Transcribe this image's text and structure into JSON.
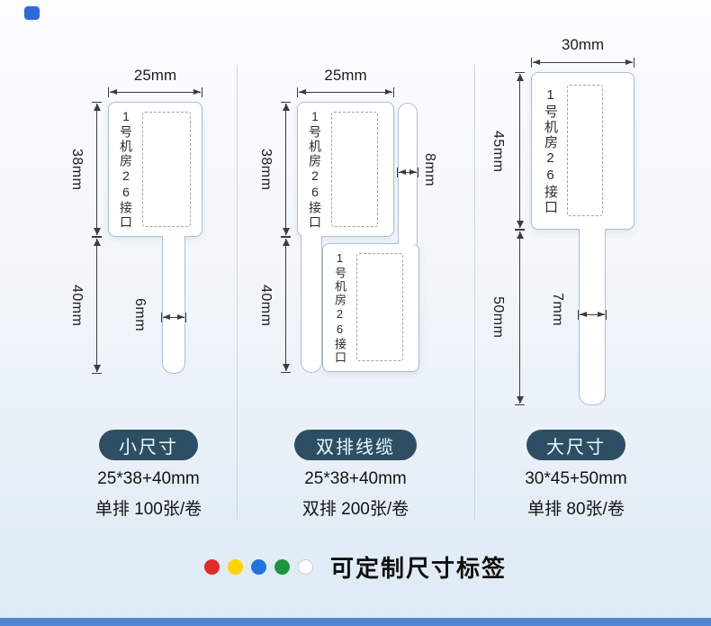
{
  "theme": {
    "badge_bg": "#2e4f63",
    "accent_bar": "#4e86cf",
    "corner_chip": "#2f6ad9"
  },
  "label_text": "1号机房26接口",
  "columns": [
    {
      "badge": "小尺寸",
      "size_line": "25*38+40mm",
      "pack_line": "单排 100张/卷",
      "dims": {
        "width": "25mm",
        "height": "38mm",
        "tail_length": "40mm",
        "tail_width": "6mm"
      }
    },
    {
      "badge": "双排线缆",
      "size_line": "25*38+40mm",
      "pack_line": "双排 200张/卷",
      "dims": {
        "width": "25mm",
        "height": "38mm",
        "tail_length": "40mm",
        "tail_width": "8mm"
      }
    },
    {
      "badge": "大尺寸",
      "size_line": "30*45+50mm",
      "pack_line": "单排 80张/卷",
      "dims": {
        "width": "30mm",
        "height": "45mm",
        "tail_length": "50mm",
        "tail_width": "7mm"
      }
    }
  ],
  "footer": {
    "note": "可定制尺寸标签",
    "dot_colors": [
      "#e02a2a",
      "#ffd400",
      "#2273de",
      "#1f9340",
      "#ffffff"
    ]
  }
}
